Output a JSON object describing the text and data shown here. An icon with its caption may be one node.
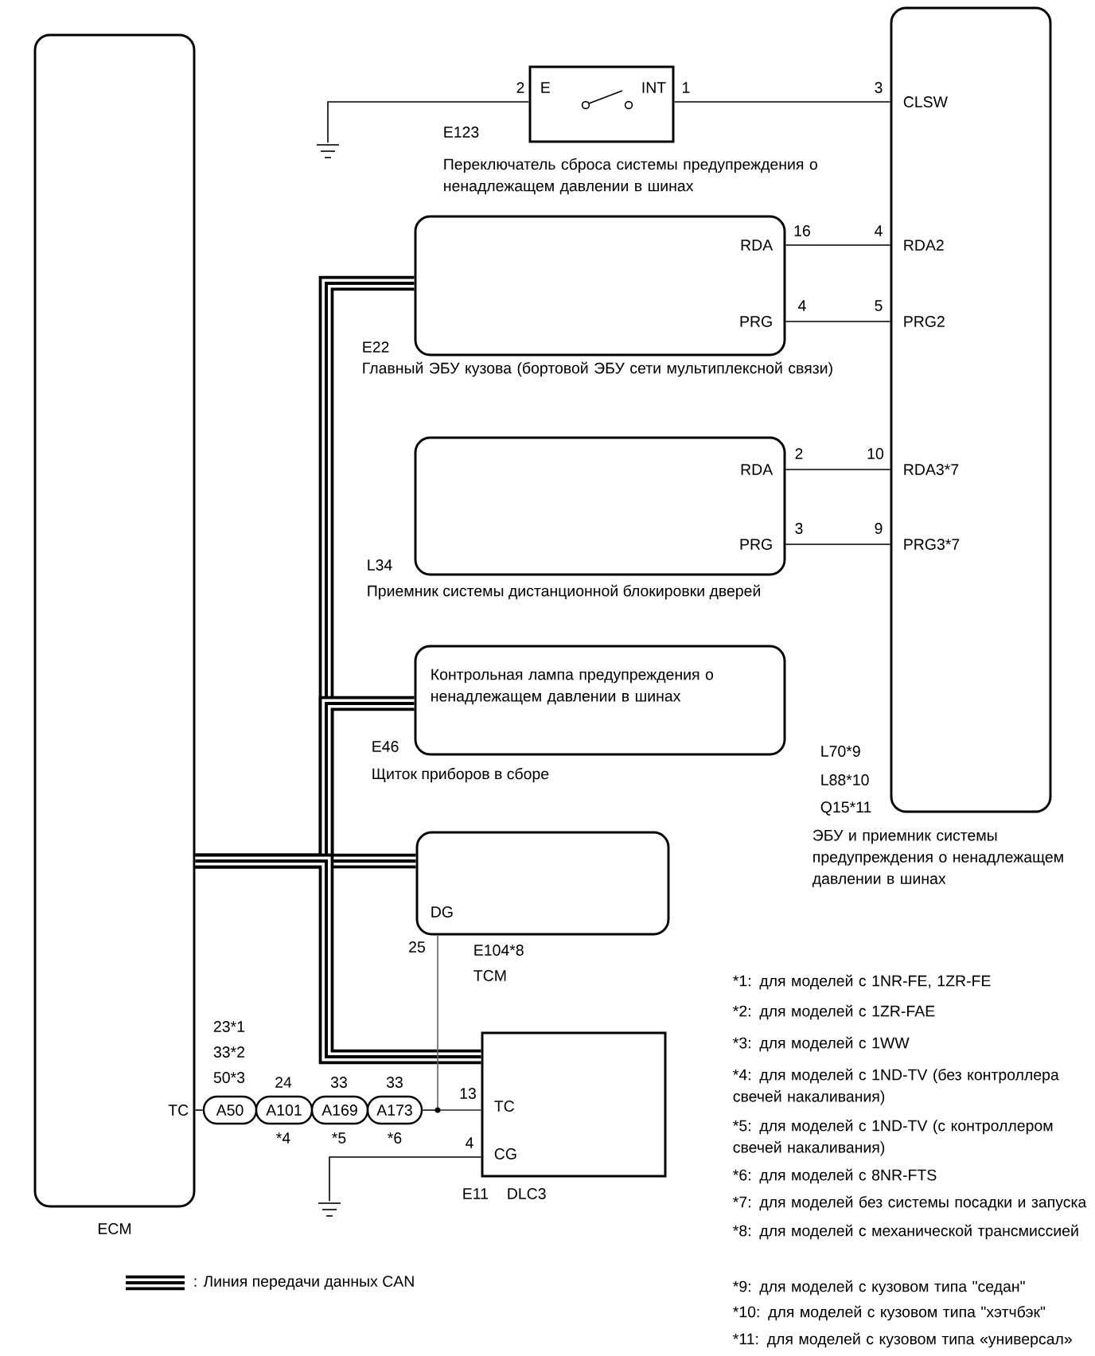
{
  "diagram": {
    "nodes": [
      {
        "text": [
          "ECM"
        ]
      },
      {
        "text": [
          "E",
          "INT",
          "E123",
          "Переключатель сброса системы предупреждения о ненадлежащем давлении в шинах"
        ]
      },
      {
        "text": [
          "CLSW",
          "RDA2",
          "PRG2",
          "RDA3*7",
          "PRG3*7",
          "L70*9",
          "L88*10",
          "Q15*11",
          "ЭБУ и приемник системы предупреждения о ненадлежащем давлении в шинах"
        ]
      },
      {
        "text": [
          "RDA",
          "PRG",
          "E22",
          "Главный ЭБУ кузова (бортовой ЭБУ сети мультиплексной связи)"
        ]
      },
      {
        "text": [
          "RDA",
          "PRG",
          "L34",
          "Приемник системы дистанционной блокировки дверей"
        ]
      },
      {
        "text": [
          "Контрольная лампа предупреждения о ненадлежащем давлении в шинах",
          "E46",
          "Щиток приборов в сборе"
        ]
      },
      {
        "text": [
          "DG",
          "E104*8",
          "TCM"
        ]
      },
      {
        "text": [
          "TC",
          "CG",
          "E11",
          "DLC3"
        ]
      },
      {
        "text": [
          "A50"
        ],
        "beside": [
          "23*1",
          "33*2",
          "50*3"
        ]
      },
      {
        "text": [
          "A101"
        ],
        "beside": [
          "24",
          "*4"
        ]
      },
      {
        "text": [
          "A169"
        ],
        "beside": [
          "33",
          "*5"
        ]
      },
      {
        "text": [
          "A173"
        ],
        "beside": [
          "33",
          "*6"
        ]
      },
      {
        "text": [],
        "shape": "ground"
      },
      {
        "text": [],
        "shape": "ground"
      }
    ],
    "edges": [
      {
        "from": 12,
        "to": 1,
        "arrow": "none"
      },
      {
        "from": 1,
        "to": 2,
        "arrow": "none"
      },
      {
        "from": 3,
        "to": 2,
        "arrow": "none"
      },
      {
        "from": 3,
        "to": 2,
        "arrow": "none"
      },
      {
        "from": 4,
        "to": 2,
        "arrow": "none"
      },
      {
        "from": 4,
        "to": 2,
        "arrow": "none"
      },
      {
        "from": 0,
        "to": 3,
        "arrow": "none",
        "style": "thick"
      },
      {
        "from": 0,
        "to": 5,
        "arrow": "none",
        "style": "thick"
      },
      {
        "from": 0,
        "to": 6,
        "arrow": "none",
        "style": "thick"
      },
      {
        "from": 0,
        "to": 7,
        "arrow": "none",
        "style": "thick"
      },
      {
        "from": 0,
        "to": 8,
        "arrow": "none"
      },
      {
        "from": 11,
        "to": 7,
        "arrow": "none"
      },
      {
        "from": 6,
        "to": 7,
        "arrow": "none",
        "color": "#666666"
      },
      {
        "from": 7,
        "to": 13,
        "arrow": "none"
      }
    ],
    "labels": [
      "2",
      "1",
      "3",
      "16",
      "4",
      "4",
      "5",
      "2",
      "10",
      "3",
      "9",
      "25",
      "TC",
      "13",
      "4",
      "*1: для моделей с 1NR-FE, 1ZR-FE",
      "*2: для моделей с 1ZR-FAE",
      "*3: для моделей с 1WW",
      "*4: для моделей с 1ND-TV (без контроллера свечей накаливания)",
      "*5: для моделей с 1ND-TV (с контроллером свечей накаливания)",
      "*6: для моделей с 8NR-FTS",
      "*7: для моделей без системы посадки и запуска",
      "*8: для моделей с механической трансмиссией",
      "*9: для моделей с кузовом типа \"седан\"",
      "*10: для моделей с кузовом типа \"хэтчбэк\"",
      "*11: для моделей с кузовом типа «универсал»"
    ],
    "legend": [
      {
        "text": ": Линия передачи данных CAN"
      }
    ]
  }
}
